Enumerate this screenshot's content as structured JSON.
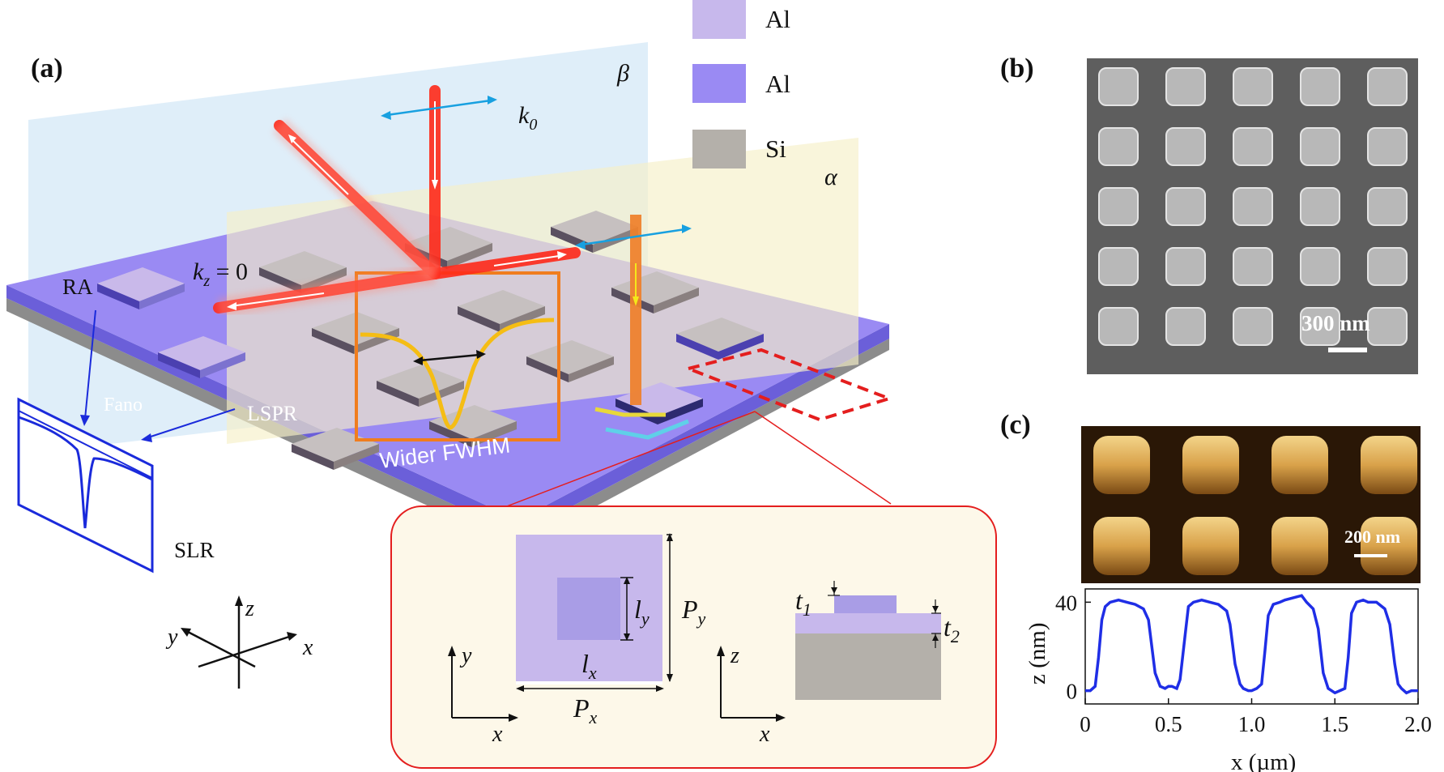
{
  "panels": {
    "a": "(a)",
    "b": "(b)",
    "c": "(c)"
  },
  "legend": [
    {
      "label": "Al",
      "color": "#c7b8ec"
    },
    {
      "label": "Al",
      "color": "#9a8af3"
    },
    {
      "label": "Si",
      "color": "#b4b0aa"
    }
  ],
  "schematic": {
    "beta": "β",
    "alpha": "α",
    "k0": "k",
    "k0_sub": "0",
    "kz": "k",
    "kz_sub": "z",
    "kz_eq": " = 0",
    "ra": "RA",
    "fano": "Fano",
    "lspr": "LSPR",
    "slr": "SLR",
    "wider_fwhm": "Wider FWHM",
    "axes": {
      "x": "x",
      "y": "y",
      "z": "z"
    }
  },
  "inset": {
    "lx": "l",
    "lx_sub": "x",
    "ly": "l",
    "ly_sub": "y",
    "px": "P",
    "px_sub": "x",
    "py": "P",
    "py_sub": "y",
    "t1": "t",
    "t1_sub": "1",
    "t2": "t",
    "t2_sub": "2",
    "axes_top": {
      "x": "x",
      "y": "y"
    },
    "axes_side": {
      "x": "x",
      "z": "z"
    }
  },
  "sem": {
    "scale_label": "300 nm"
  },
  "afm": {
    "scale_label": "200 nm"
  },
  "chart_data": {
    "type": "line",
    "xlabel": "x (µm)",
    "ylabel": "z (nm)",
    "xlim": [
      0,
      2.0
    ],
    "ylim": [
      -6,
      46
    ],
    "xticks": [
      "0",
      "0.5",
      "1.0",
      "1.5",
      "2.0"
    ],
    "yticks": [
      "0",
      "40"
    ],
    "series": [
      {
        "color": "#1f2ee6",
        "x": [
          0,
          0.03,
          0.06,
          0.08,
          0.1,
          0.12,
          0.15,
          0.2,
          0.25,
          0.3,
          0.35,
          0.38,
          0.4,
          0.42,
          0.45,
          0.48,
          0.5,
          0.52,
          0.55,
          0.57,
          0.6,
          0.62,
          0.65,
          0.7,
          0.75,
          0.8,
          0.85,
          0.87,
          0.9,
          0.93,
          0.95,
          0.98,
          1.0,
          1.03,
          1.06,
          1.08,
          1.1,
          1.13,
          1.17,
          1.2,
          1.25,
          1.3,
          1.33,
          1.37,
          1.4,
          1.43,
          1.46,
          1.5,
          1.53,
          1.56,
          1.58,
          1.6,
          1.63,
          1.67,
          1.7,
          1.75,
          1.8,
          1.83,
          1.86,
          1.88,
          1.9,
          1.93,
          1.96,
          2.0
        ],
        "y": [
          0,
          0,
          2,
          15,
          32,
          38,
          40,
          41,
          40,
          39,
          37,
          32,
          20,
          8,
          2,
          1,
          2,
          2,
          1,
          5,
          25,
          38,
          40,
          41,
          40,
          39,
          36,
          30,
          12,
          3,
          1,
          0,
          0,
          1,
          3,
          18,
          34,
          39,
          40,
          41,
          42,
          43,
          40,
          37,
          28,
          8,
          1,
          -1,
          0,
          1,
          15,
          35,
          40,
          41,
          40,
          40,
          37,
          30,
          12,
          3,
          1,
          -1,
          0,
          0
        ]
      }
    ]
  }
}
